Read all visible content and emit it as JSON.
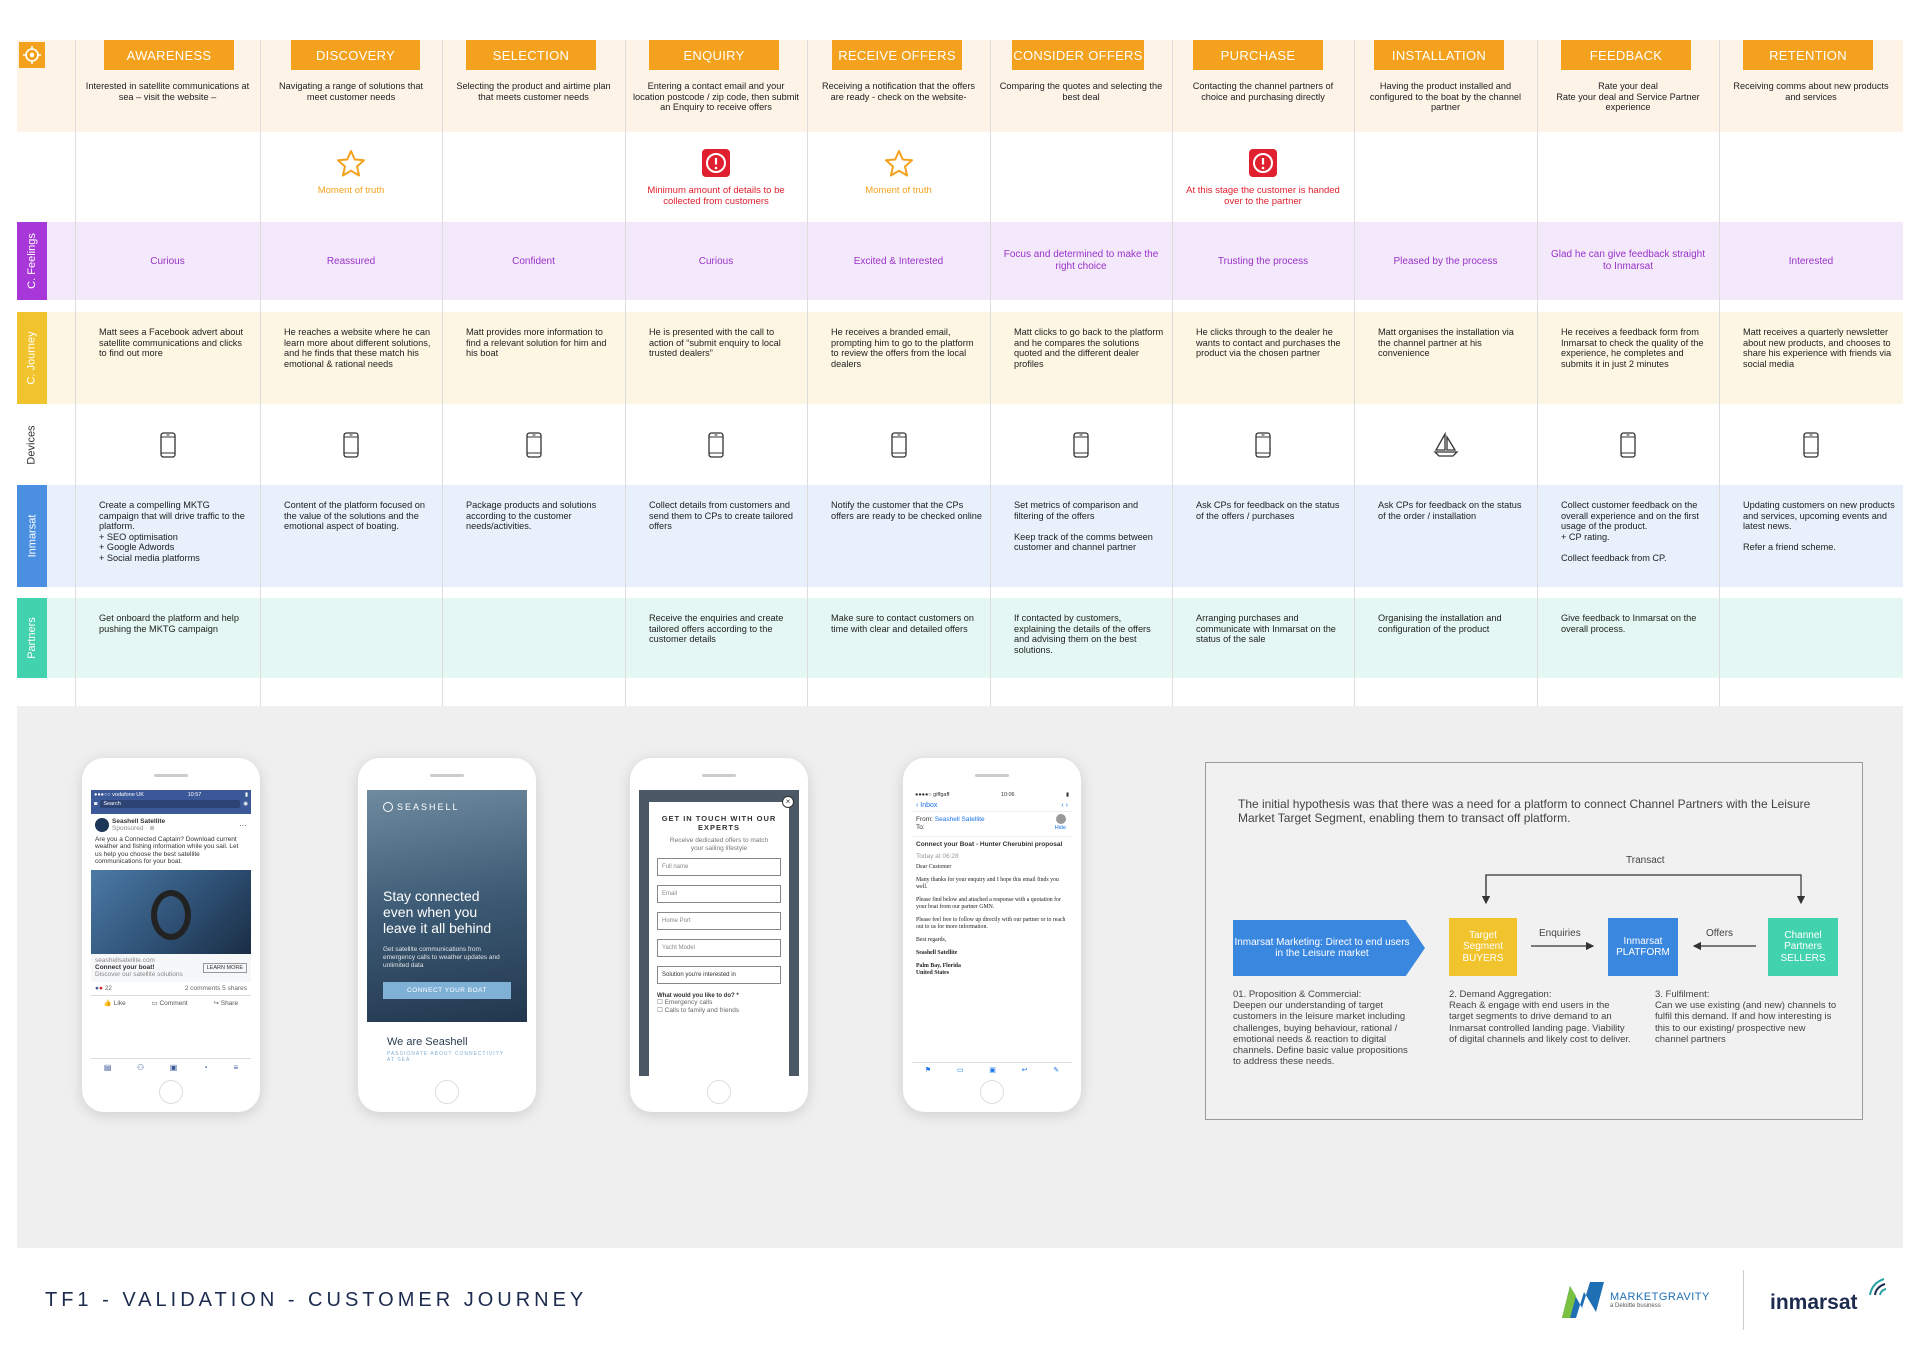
{
  "title": "TF1 - VALIDATION - CUSTOMER JOURNEY",
  "colors": {
    "stage": "#f4a21d",
    "top_band": "#fdf3e7",
    "feelings_band": "#f4e8fb",
    "journey_band": "#fcf6e2",
    "inmarsat_band": "#e7f0fb",
    "partners_band": "#e4f7f2",
    "feelings_tab": "#a737d8",
    "journey_tab": "#f1c42d",
    "inmarsat_tab": "#4a8fe0",
    "partners_tab": "#43d2ae"
  },
  "row_labels": {
    "feelings": "C. Feelings",
    "journey": "C. Journey",
    "devices": "Devices",
    "inmarsat": "Inmarsat",
    "partners": "Partners"
  },
  "stages": [
    {
      "name": "AWARENESS",
      "desc": "Interested in satellite communications at sea – visit the website –",
      "feeling": "Curious",
      "journey": "Matt sees a Facebook advert about satellite communications and clicks to find out more",
      "device": "phone-icon",
      "inmarsat": "Create a compelling MKTG campaign that will drive traffic to the platform.\n+ SEO optimisation\n+ Google Adwords\n+ Social media platforms",
      "partners": "Get onboard the platform and help pushing the MKTG campaign",
      "moment": null
    },
    {
      "name": "DISCOVERY",
      "desc": "Navigating a range of solutions that meet customer needs",
      "feeling": "Reassured",
      "journey": "He reaches a website where he can learn more about different solutions, and he finds that these match his emotional & rational needs",
      "device": "phone-icon",
      "inmarsat": "Content of the platform focused on the value of the solutions and the emotional aspect of boating.",
      "partners": "",
      "moment": {
        "icon": "star-icon",
        "text": "Moment of truth",
        "color": "#f4a21d"
      }
    },
    {
      "name": "SELECTION",
      "desc": "Selecting the product and airtime plan that meets customer needs",
      "feeling": "Confident",
      "journey": "Matt provides more information to find a relevant solution for him and his boat",
      "device": "phone-icon",
      "inmarsat": "Package products and solutions according to the customer needs/activities.",
      "partners": "",
      "moment": null
    },
    {
      "name": "ENQUIRY",
      "desc": "Entering a contact email and your location postcode / zip code, then submit an Enquiry to receive offers",
      "feeling": "Curious",
      "journey": "He is presented with the call to action of “submit enquiry to local trusted dealers”",
      "device": "phone-icon",
      "inmarsat": "Collect details from customers and send them to CPs to create tailored offers",
      "partners": "Receive the enquiries and create tailored offers according to the customer details",
      "moment": {
        "icon": "alert-icon",
        "text": "Minimum amount of details to be collected from customers",
        "color": "#e0202e"
      }
    },
    {
      "name": "RECEIVE OFFERS",
      "desc": "Receiving a notification that the offers are ready - check on the website-",
      "feeling": "Excited & Interested",
      "journey": "He receives a branded email, prompting him to go to the platform to review the offers from the local dealers",
      "device": "phone-icon",
      "inmarsat": "Notify the customer that the CPs offers are ready to be checked online",
      "partners": "Make sure to contact customers on time with clear and detailed offers",
      "moment": {
        "icon": "star-icon",
        "text": "Moment of truth",
        "color": "#f4a21d"
      }
    },
    {
      "name": "CONSIDER OFFERS",
      "desc": "Comparing the quotes and selecting the best deal",
      "feeling": "Focus and determined to make the right choice",
      "journey": "Matt clicks to go back to the platform and he compares the solutions quoted and the different dealer profiles",
      "device": "phone-icon",
      "inmarsat": "Set metrics of comparison and filtering of the offers\n\nKeep track of the comms between customer and channel partner",
      "partners": "If contacted by customers, explaining the details of the offers and advising them on the best solutions.",
      "moment": null
    },
    {
      "name": "PURCHASE",
      "desc": "Contacting the channel partners of choice and purchasing directly",
      "feeling": "Trusting the process",
      "journey": "He clicks through to the dealer he wants to contact and purchases the product via the chosen partner",
      "device": "phone-icon",
      "inmarsat": "Ask CPs for feedback on the status of the offers / purchases",
      "partners": "Arranging purchases and communicate with Inmarsat on the status of the sale",
      "moment": {
        "icon": "alert-icon",
        "text": "At this stage the customer is handed over to the partner",
        "color": "#e0202e"
      }
    },
    {
      "name": "INSTALLATION",
      "desc": "Having the product installed and configured to the boat by the channel partner",
      "feeling": "Pleased by the process",
      "journey": "Matt organises the installation via the channel partner at his convenience",
      "device": "boat-icon",
      "inmarsat": "Ask CPs for feedback on the status of the order / installation",
      "partners": "Organising the installation and configuration of the product",
      "moment": null
    },
    {
      "name": "FEEDBACK",
      "desc": "Rate your deal\nRate your deal and Service Partner experience",
      "feeling": "Glad he can give feedback straight to Inmarsat",
      "journey": "He receives a feedback form from Inmarsat to check the quality of the experience, he completes and submits it in just 2 minutes",
      "device": "phone-icon",
      "inmarsat": "Collect customer feedback on the overall experience and on the first usage of the product.\n+ CP rating.\n\nCollect feedback from CP.",
      "partners": "Give feedback to Inmarsat on the overall process.",
      "moment": null
    },
    {
      "name": "RETENTION",
      "desc": "Receiving comms about new products and services",
      "feeling": "Interested",
      "journey": "Matt receives a quarterly newsletter about new products, and chooses to share his experience with friends via social media",
      "device": "phone-icon",
      "inmarsat": "Updating customers on new products and services, upcoming events and latest news.\n\nRefer a friend scheme.",
      "partners": "",
      "moment": null
    }
  ],
  "phones": {
    "fb": {
      "status": "●●●○○ vodafone UK",
      "time": "10:57",
      "search": "Search",
      "page": "Seashell Satellite",
      "sponsored": "Sponsored · ⊕",
      "text": "Are you a Connected Captain? Download current weather and fishing information while you sail. Let us help you choose the best satellite communications for your boat.",
      "site": "seashellsatellite.com",
      "headline": "Connect your boat!",
      "sub": "Discover our satellite solutions",
      "cta": "LEARN MORE",
      "likes": "22",
      "comments": "2 comments  5 shares",
      "like": "Like",
      "comment": "Comment",
      "share": "Share"
    },
    "landing": {
      "brand": "SEASHELL",
      "hero": "Stay connected even when you leave it all behind",
      "sub": "Get satellite communications from emergency calls to weather updates and unlimited data",
      "cta": "CONNECT YOUR BOAT",
      "footer": "We are Seashell",
      "footer_sub": "PASSIONATE ABOUT CONNECTIVITY AT SEA"
    },
    "form": {
      "title": "GET IN TOUCH WITH OUR EXPERTS",
      "sub": "Receive dedicated offers to match your sailing lifestyle",
      "fields": [
        "Full name",
        "Email",
        "Home Port",
        "Yacht Model",
        "Solution you're interested in"
      ],
      "question": "What would you like to do? *",
      "options": [
        "Emergency calls",
        "Calls to family and friends"
      ]
    },
    "email": {
      "status": "●●●●○ giffgaff",
      "time": "10:06",
      "back": "Inbox",
      "from_label": "From:",
      "from": "Seashell Satellite",
      "to": "To:",
      "hide": "Hide",
      "subject": "Connect your Boat - Hunter Cherubini proposal",
      "date": "Today at 06:28",
      "greeting": "Dear Customer",
      "p1": "Many thanks for your enquiry and I hope this email finds you well.",
      "p2": "Please find below and attached a response with a quotation for your boat from our partner GMN.",
      "p3": "Please feel free to follow up directly with our partner or to reach out to us for more information.",
      "regards": "Best regards,",
      "sign": "Seashell Satellite",
      "addr": "Palm Bay, Florida\nUnited States"
    }
  },
  "hypothesis": {
    "text": "The initial hypothesis was that there was a need for a platform to connect Channel Partners with the Leisure Market Target Segment, enabling them to transact off platform.",
    "transact": "Transact",
    "enquiries": "Enquiries",
    "offers": "Offers",
    "b1": "Inmarsat Marketing: Direct to end users in the Leisure market",
    "b2": "Target Segment BUYERS",
    "b3": "Inmarsat PLATFORM",
    "b4": "Channel Partners SELLERS",
    "d1": "01. Proposition & Commercial:\nDeepen our understanding of target customers in the leisure market including challenges, buying behaviour, rational / emotional needs & reaction to digital channels. Define basic value propositions to address these needs.",
    "d2": "2. Demand Aggregation:\nReach & engage with end users in the target segments to drive demand to an Inmarsat controlled landing page. Viability of digital channels and likely cost to deliver.",
    "d3": "3. Fulfilment:\nCan we use existing (and new) channels to fulfil this demand. If and how interesting is this to our existing/ prospective new channel partners"
  },
  "logos": {
    "mg": "MARKETGRAVITY",
    "mg_sub": "a Deloitte business",
    "inmarsat": "inmarsat"
  }
}
